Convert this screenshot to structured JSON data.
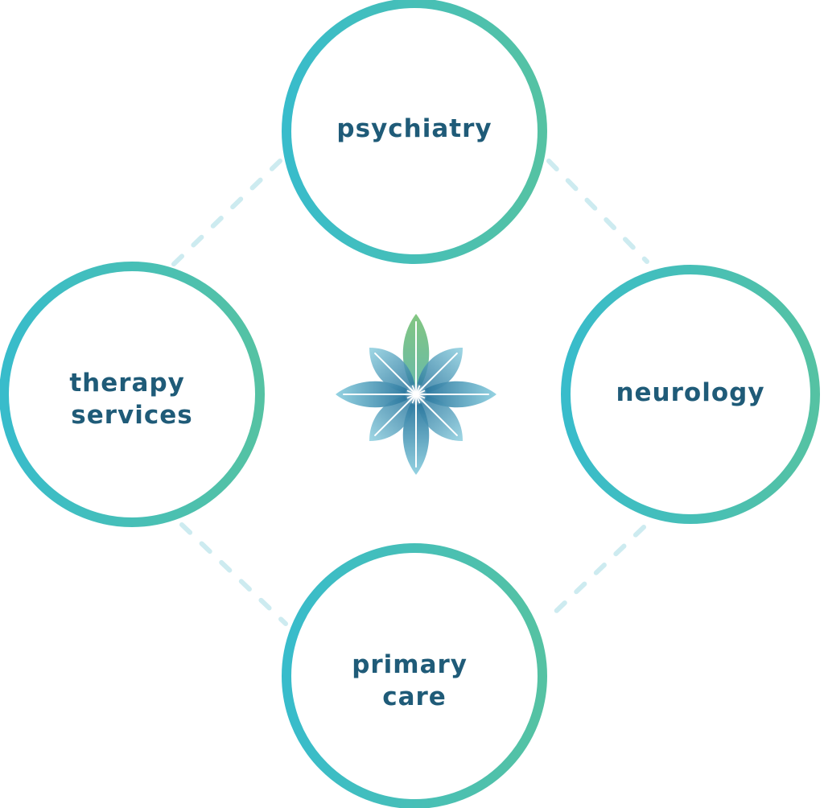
{
  "colors": {
    "ring_start": "#38bccb",
    "ring_end": "#55c2a3",
    "connector": "#cdebf0",
    "label": "#1f5b78",
    "leaf_green": "#7cc37a",
    "leaf_blue_light": "#8fd0e0",
    "leaf_blue_dark": "#1e6c96"
  },
  "nodes": {
    "top": {
      "lines": [
        "psychiatry"
      ]
    },
    "left": {
      "lines": [
        "therapy",
        "services"
      ]
    },
    "right": {
      "lines": [
        "neurology"
      ]
    },
    "bottom": {
      "lines": [
        "primary",
        "care"
      ]
    }
  },
  "center": {
    "icon": "lotus-star-logo-icon"
  }
}
